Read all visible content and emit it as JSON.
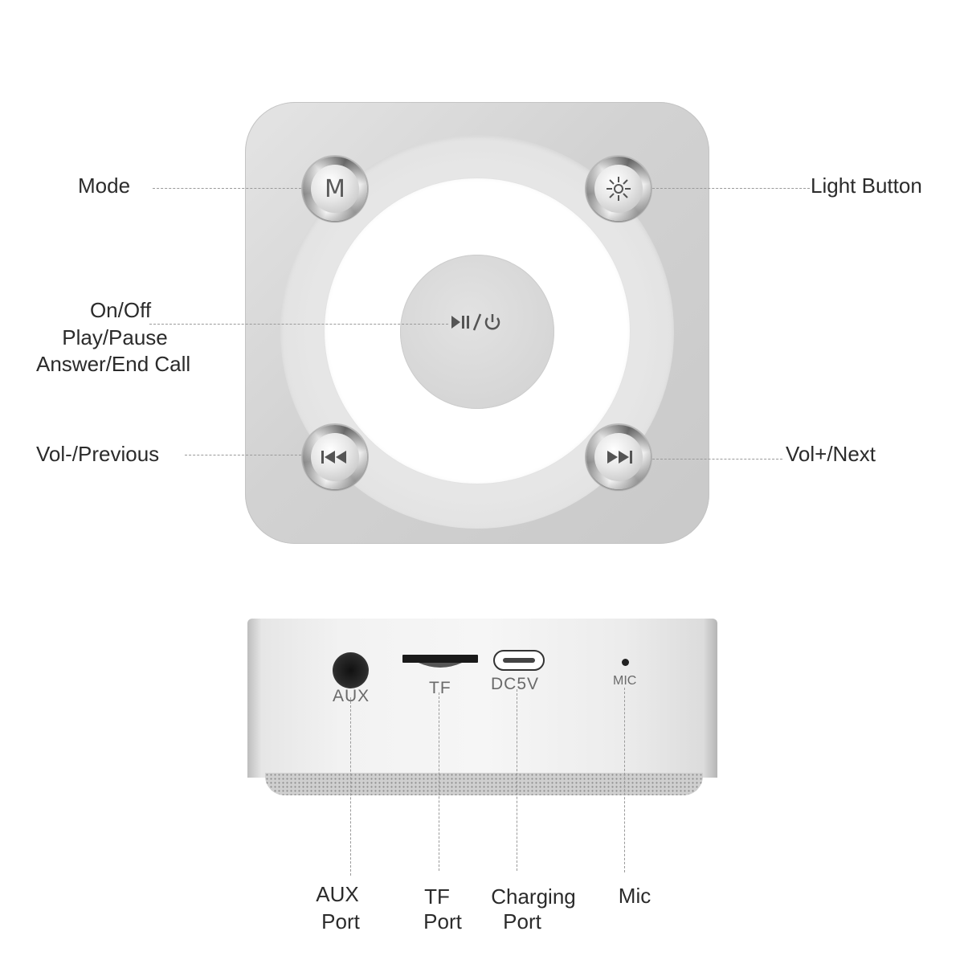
{
  "top_labels": {
    "mode": "Mode",
    "light_button": "Light Button",
    "power_line1": "On/Off",
    "power_line2": "Play/Pause",
    "power_line3": "Answer/End Call",
    "vol_prev": "Vol-/Previous",
    "vol_next": "Vol+/Next"
  },
  "buttons": {
    "mode_knob": "M",
    "center_icon": "play-pause-power-icon"
  },
  "device_markings": {
    "aux": "AUX",
    "tf": "TF",
    "dc": "DC5V",
    "mic": "MIC"
  },
  "bottom_labels": {
    "aux_line1": "AUX",
    "aux_line2": "Port",
    "tf_line1": "TF",
    "tf_line2": "Port",
    "charging_line1": "Charging",
    "charging_line2": "Port",
    "mic": "Mic"
  },
  "colors": {
    "background": "#ffffff",
    "device_silver": "#d2d2d2",
    "leader_line": "#9a9a9a"
  }
}
